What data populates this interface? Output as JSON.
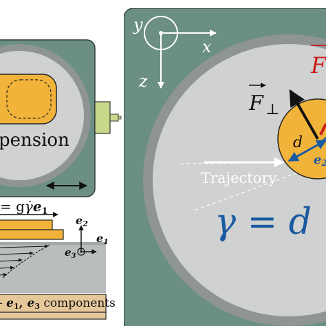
{
  "left_panel": {
    "suspension_label": "pension",
    "colors": {
      "panel": "#6b8f84",
      "ring": "#8f9595",
      "chamber": "#cfd2d1",
      "particle": "#f2b33a",
      "connector": "#c9d98a"
    }
  },
  "shear_panel": {
    "velocity_label_prefix": "= g",
    "gamma_dot": "γ̇",
    "velocity_vector": "e",
    "velocity_vector_sub": "1",
    "axes": {
      "e1": "e",
      "e1_sub": "1",
      "e2": "e",
      "e2_sub": "2",
      "e3": "e",
      "e3_sub": "3"
    },
    "components_label_prefix": "- ",
    "components_label_vec1": "e",
    "components_label_sub1": "1",
    "components_label_vec2": "e",
    "components_label_sub2": "3",
    "components_label_suffix": " components",
    "colors": {
      "plate": "#f2b33a",
      "fluid": "#b9bdbd",
      "base": "#e6c79a"
    }
  },
  "right_panel": {
    "axes": {
      "y": "y",
      "x": "x",
      "z": "z"
    },
    "force_perp_label": "F",
    "force_perp_sub": "⊥",
    "force_red_label": "F",
    "distance_label": "d",
    "e2_label": "e",
    "e2_sub": "2",
    "trajectory_label": "Trajectory",
    "gamma_equation": "γ = d",
    "colors": {
      "panel": "#6b8f84",
      "ring": "#8f9595",
      "chamber": "#cfd2d1",
      "particle": "#f2b33a",
      "blue": "#1a5aa0",
      "red": "#cc1b1b"
    }
  }
}
